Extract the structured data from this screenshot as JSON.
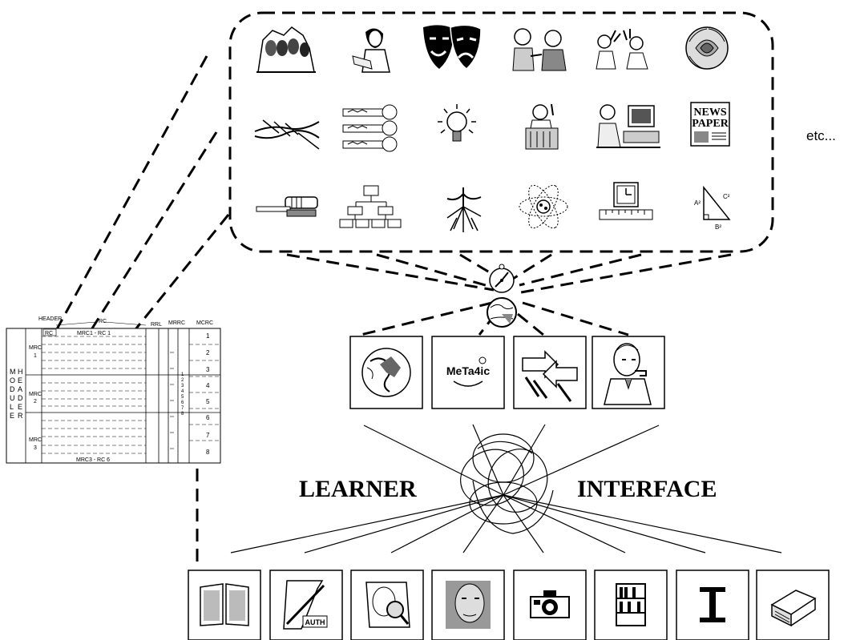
{
  "etc_label": "etc...",
  "learner_label": "LEARNER",
  "interface_label": "INTERFACE",
  "newspaper_icon_text": [
    "NEWS",
    "PAPER"
  ],
  "metaphor_icon_text": "MeTa4ic",
  "author_icon_text": "AUTH",
  "module": {
    "header_label": "HEADER",
    "rc_label": "RC",
    "rc_cell": "RC",
    "mrc1_rc1": "MRC1 - RC 1",
    "mrc3_rc6": "MRC3 - RC 6",
    "rrl_label": "RRL",
    "mrrc_label": "MRRC",
    "mcrc_label": "MCRC",
    "side_letters_1": [
      "M",
      "O",
      "D",
      "U",
      "L",
      "E"
    ],
    "side_letters_2": [
      "H",
      "E",
      "A",
      "D",
      "E",
      "R"
    ],
    "mrc_rows": [
      {
        "label": "MRC",
        "num": "1"
      },
      {
        "label": "MRC",
        "num": "2"
      },
      {
        "label": "MRC",
        "num": "3"
      }
    ],
    "mrrc_digits": [
      "1",
      "2",
      "3",
      "4",
      "5",
      "6",
      "7",
      "8"
    ],
    "mcrc_numbers": [
      "1",
      "2",
      "3",
      "4",
      "5",
      "6",
      "7",
      "8"
    ]
  },
  "metaphor_icons": [
    {
      "name": "mount-rushmore-icon"
    },
    {
      "name": "woman-reading-icon"
    },
    {
      "name": "theater-masks-icon"
    },
    {
      "name": "two-people-talking-icon"
    },
    {
      "name": "sign-language-icon"
    },
    {
      "name": "rose-icon"
    },
    {
      "name": "braided-rope-icon"
    },
    {
      "name": "keys-icon"
    },
    {
      "name": "light-bulb-icon"
    },
    {
      "name": "lecturer-podium-icon"
    },
    {
      "name": "person-at-computer-icon"
    },
    {
      "name": "newspaper-icon"
    },
    {
      "name": "gavel-icon"
    },
    {
      "name": "org-chart-icon"
    },
    {
      "name": "tree-roots-icon"
    },
    {
      "name": "atom-icon"
    },
    {
      "name": "clock-ruler-icon"
    },
    {
      "name": "right-triangle-icon"
    }
  ],
  "middle_icons": [
    {
      "name": "globe-icon"
    },
    {
      "name": "metaphor-logo-icon"
    },
    {
      "name": "arrows-icon"
    },
    {
      "name": "thinking-man-icon"
    }
  ],
  "bottom_icons": [
    {
      "name": "open-book-icon"
    },
    {
      "name": "author-scroll-icon"
    },
    {
      "name": "magnifier-face-icon"
    },
    {
      "name": "portrait-icon"
    },
    {
      "name": "camera-icon"
    },
    {
      "name": "bookshelf-icon"
    },
    {
      "name": "i-beam-cursor-icon"
    },
    {
      "name": "closed-book-icon"
    }
  ]
}
